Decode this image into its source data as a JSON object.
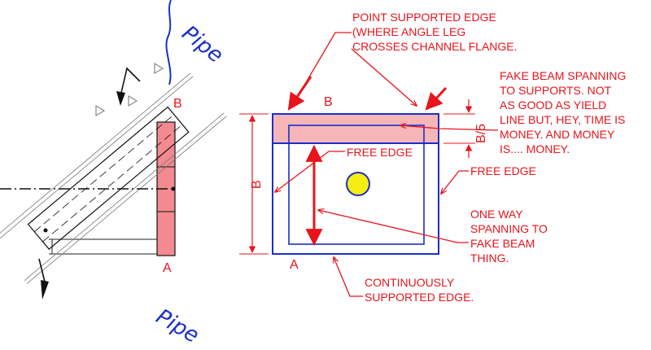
{
  "left_view": {
    "label_top": "B",
    "label_bottom": "A",
    "pipe_top": "Pipe",
    "pipe_bottom": "Pipe"
  },
  "plan": {
    "label_top": "B",
    "label_bottom": "A",
    "dim_height": "B",
    "dim_strip": "B/5"
  },
  "notes": {
    "point_supported": [
      "POINT SUPPORTED EDGE",
      "(WHERE ANGLE LEG",
      "CROSSES CHANNEL FLANGE."
    ],
    "fake_beam": [
      "FAKE BEAM SPANNING",
      "TO SUPPORTS.  NOT",
      "AS GOOD AS YIELD",
      "LINE BUT, HEY, TIME IS",
      "MONEY.  AND MONEY",
      "IS.... MONEY."
    ],
    "free_edge_inner": "FREE EDGE",
    "free_edge_right": "FREE EDGE",
    "one_way": [
      "ONE WAY",
      "SPANNING TO",
      "FAKE BEAM",
      "THING."
    ],
    "continuous": [
      "CONTINUOUSLY",
      "SUPPORTED EDGE."
    ]
  },
  "colors": {
    "annotation": "#e8141c",
    "plate_outline": "#1a2fc9",
    "beam_strip": "#f6b6b8",
    "channel": "#f28a8f",
    "load_dot": "#f5ee12"
  }
}
